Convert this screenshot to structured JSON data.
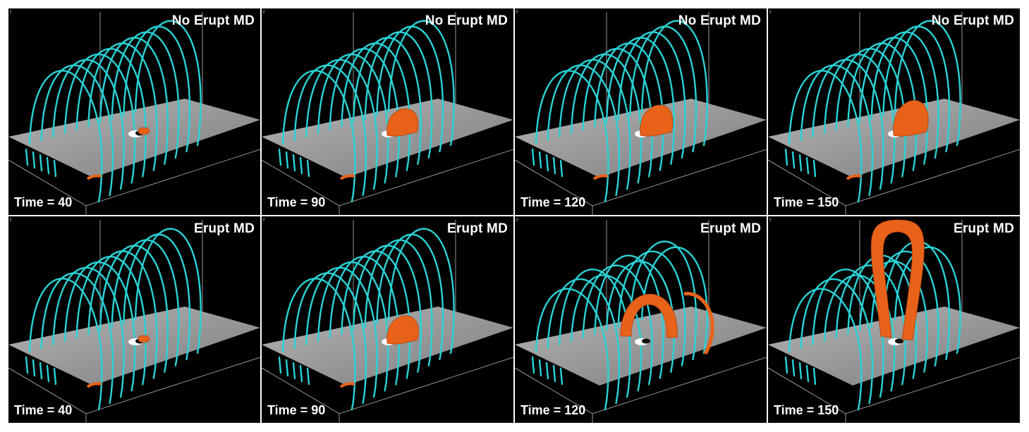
{
  "axis_label": "r",
  "colors": {
    "field_lines": "#29d3d6",
    "flux_rope": "#e8621a",
    "plane": "#9a9a9a",
    "background": "#000000"
  },
  "rows": [
    {
      "panels": [
        {
          "title": "No Erupt MD",
          "time_label": "Time = 40",
          "rope_size": 0.15,
          "erupted": false
        },
        {
          "title": "No Erupt MD",
          "time_label": "Time = 90",
          "rope_size": 0.55,
          "erupted": false
        },
        {
          "title": "No Erupt MD",
          "time_label": "Time = 120",
          "rope_size": 0.75,
          "erupted": false
        },
        {
          "title": "No Erupt MD",
          "time_label": "Time = 150",
          "rope_size": 1.0,
          "erupted": false
        }
      ]
    },
    {
      "panels": [
        {
          "title": "Erupt MD",
          "time_label": "Time = 40",
          "rope_size": 0.15,
          "erupted": false
        },
        {
          "title": "Erupt MD",
          "time_label": "Time = 90",
          "rope_size": 0.6,
          "erupted": false
        },
        {
          "title": "Erupt MD",
          "time_label": "Time = 120",
          "rope_size": 0.85,
          "erupted": true
        },
        {
          "title": "Erupt MD",
          "time_label": "Time = 150",
          "rope_size": 1.0,
          "erupted": true
        }
      ]
    }
  ]
}
